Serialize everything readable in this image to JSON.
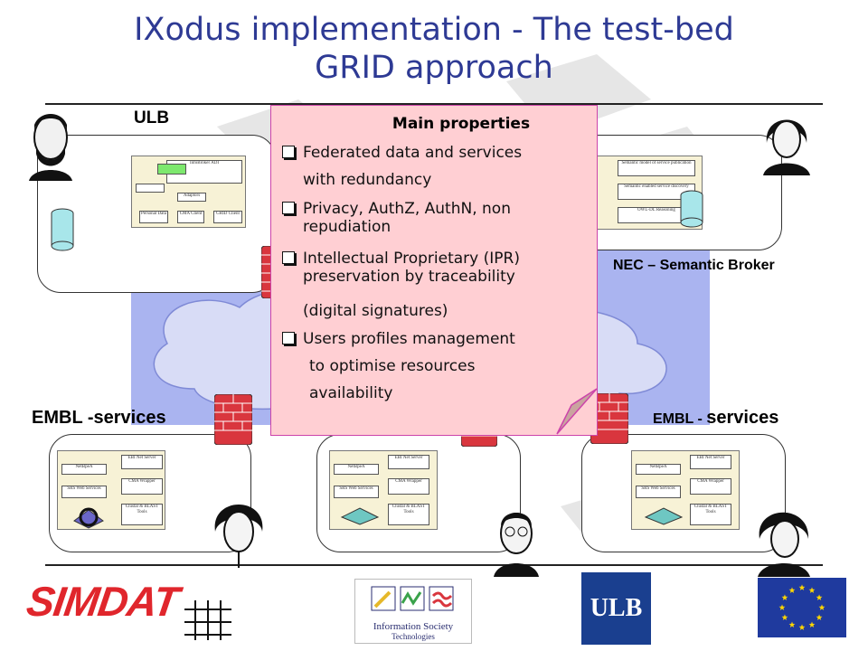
{
  "title": {
    "line1": "IXodus implementation - The test-bed",
    "line2": "GRID approach"
  },
  "labels": {
    "ulb": "ULB",
    "nec": "NEC – Semantic Broker",
    "embl_left": "EMBL -services",
    "embl_right_prefix": "EMBL - ",
    "embl_right_suffix": "services"
  },
  "popup": {
    "heading": "Main properties",
    "items": [
      "Federated data and services",
      "Privacy, AuthZ, AuthN, non",
      "Intellectual Proprietary (IPR)",
      "Users profiles management"
    ],
    "continuations": [
      "with redundancy",
      "repudiation",
      "preservation by traceability",
      "(digital signatures)",
      "to optimise resources",
      "availability"
    ]
  },
  "logos": {
    "simdat": "SIMDAT",
    "ulb": "ULB",
    "ist_line1": "Information Society",
    "ist_line2": "Technologies"
  },
  "colors": {
    "title": "#2e3a94",
    "grid_cloud": "#aab4f0",
    "popup_fill": "#ffcfd3",
    "popup_border": "#cc44aa",
    "brick": "#d9363e",
    "eu_blue": "#1f3a9e",
    "eu_star": "#ffd700",
    "simdat_red": "#e0262c"
  }
}
